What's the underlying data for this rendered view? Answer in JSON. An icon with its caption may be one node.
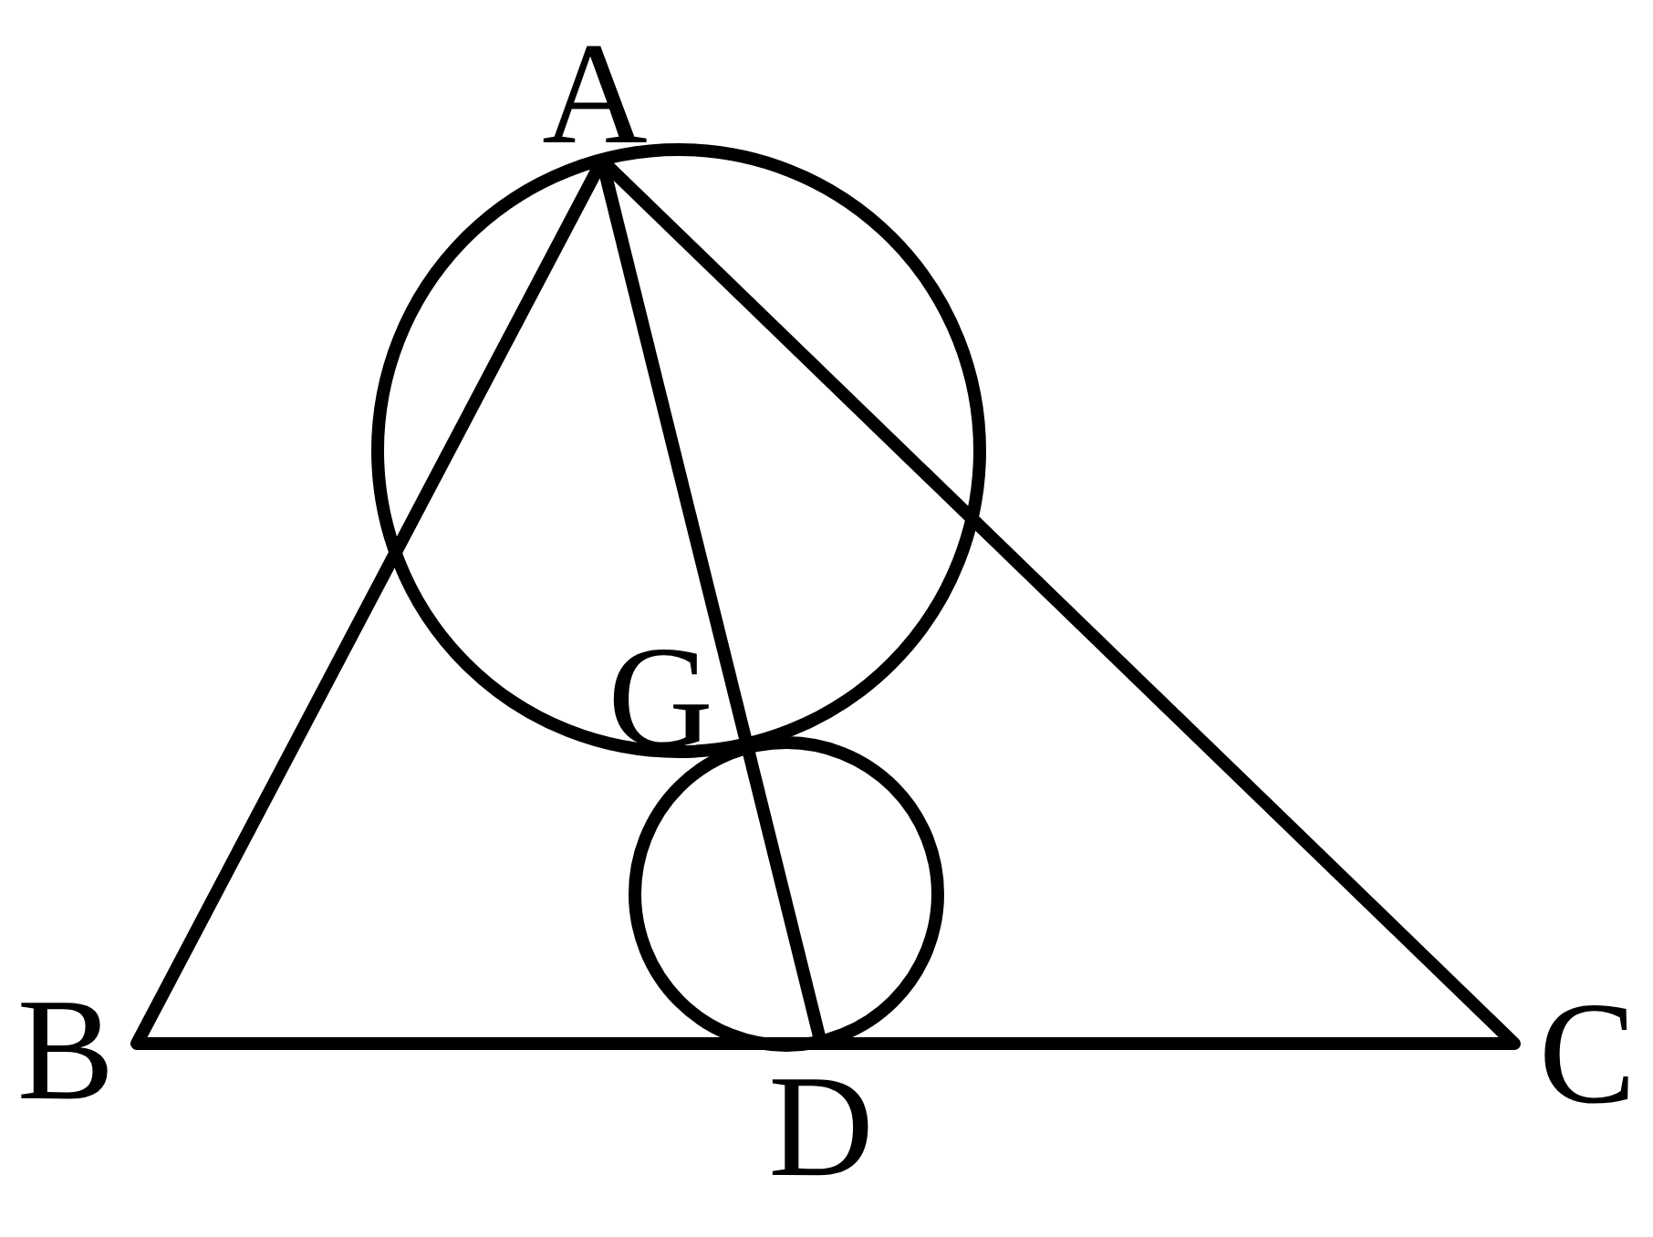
{
  "diagram": {
    "labels": [
      "A",
      "G",
      "B",
      "D",
      "C"
    ]
  }
}
